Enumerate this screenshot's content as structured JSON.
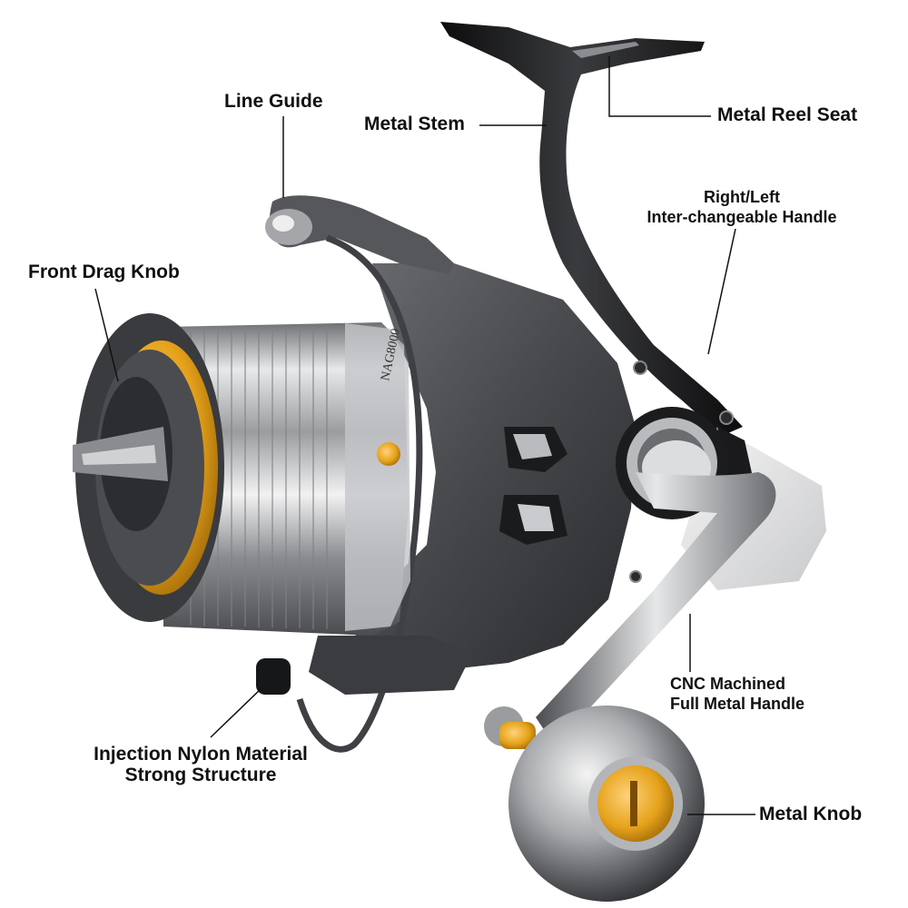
{
  "diagram": {
    "subject": "Spinning fishing reel",
    "model_marking": "NAG8000",
    "colors": {
      "background": "#ffffff",
      "label_text": "#111111",
      "callout_line": "#111111",
      "metal_dark": "#1e1f22",
      "metal_mid": "#5a5c60",
      "metal_light": "#d9dadc",
      "gold_accent": "#e5a21a"
    },
    "callouts": [
      {
        "id": "line-guide",
        "lines": [
          "Line Guide"
        ]
      },
      {
        "id": "metal-stem",
        "lines": [
          "Metal Stem"
        ]
      },
      {
        "id": "metal-reel-seat",
        "lines": [
          "Metal Reel Seat"
        ]
      },
      {
        "id": "interchangeable-handle",
        "lines": [
          "Right/Left",
          "Inter-changeable Handle"
        ]
      },
      {
        "id": "front-drag-knob",
        "lines": [
          "Front Drag Knob"
        ]
      },
      {
        "id": "cnc-handle",
        "lines": [
          "CNC Machined",
          "Full Metal Handle"
        ]
      },
      {
        "id": "injection-nylon",
        "lines": [
          "Injection Nylon Material",
          "Strong Structure"
        ]
      },
      {
        "id": "metal-knob",
        "lines": [
          "Metal Knob"
        ]
      }
    ]
  }
}
